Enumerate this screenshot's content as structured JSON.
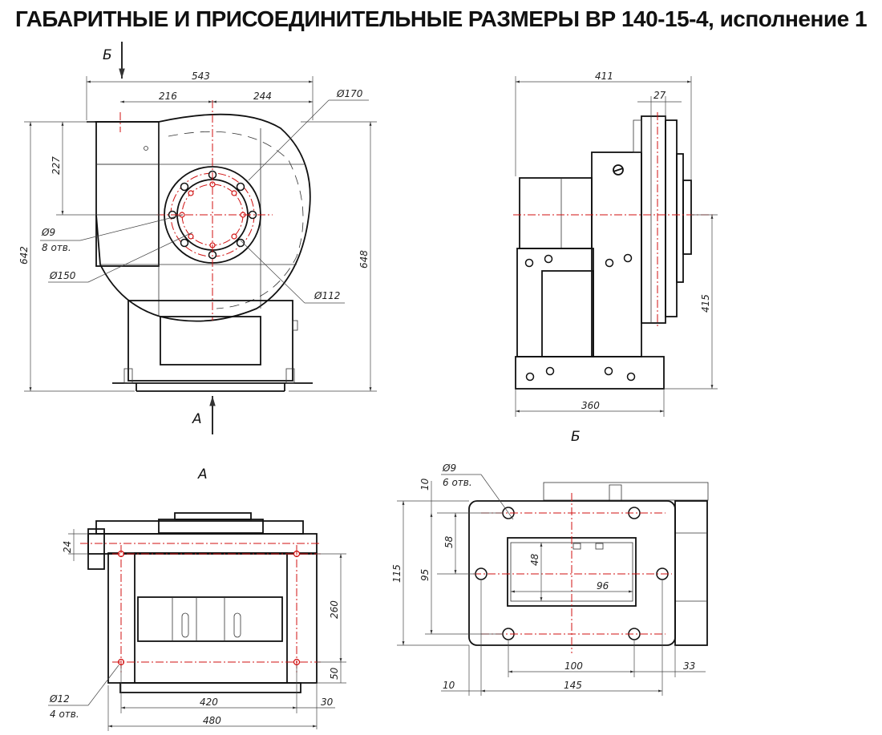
{
  "title": "ГАБАРИТНЫЕ И ПРИСОЕДИНИТЕЛЬНЫЕ РАЗМЕРЫ ВР 140-15-4, исполнение 1",
  "views": {
    "front_arrow_b": "Б",
    "front_arrow_a": "А",
    "side_label": "Б",
    "bottom_label": "А"
  },
  "front": {
    "d543": "543",
    "d216": "216",
    "d244": "244",
    "d227": "227",
    "d642": "642",
    "d648": "648",
    "d170": "Ø170",
    "d9": "Ø9",
    "holes8": "8 отв.",
    "d150": "Ø150",
    "d112": "Ø112"
  },
  "side": {
    "d411": "411",
    "d27": "27",
    "d415": "415",
    "d360": "360"
  },
  "bottom": {
    "d24": "24",
    "d260": "260",
    "d50": "50",
    "d12": "Ø12",
    "holes4": "4 отв.",
    "d420": "420",
    "d30": "30",
    "d480": "480"
  },
  "outlet": {
    "d9": "Ø9",
    "holes6": "6 отв.",
    "d10top": "10",
    "d58": "58",
    "d115": "115",
    "d95": "95",
    "d48": "48",
    "d96": "96",
    "d100": "100",
    "d33": "33",
    "d10bot": "10",
    "d145": "145"
  }
}
